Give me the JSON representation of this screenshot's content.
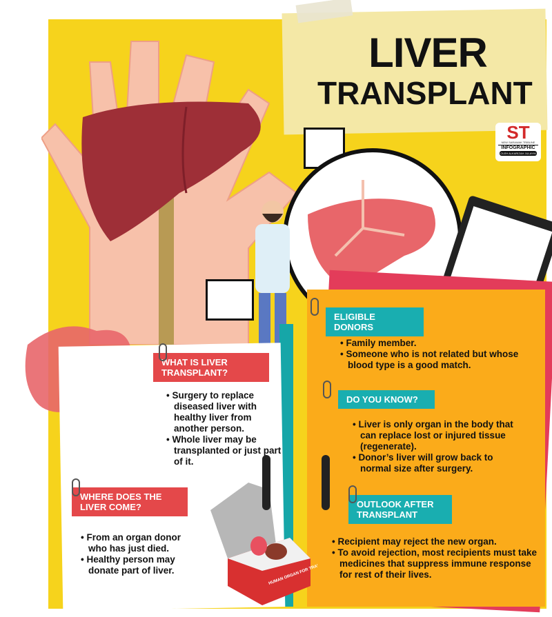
{
  "title": {
    "line1": "LIVER",
    "line2": "TRANSPLANT"
  },
  "logo": {
    "mark": "ST",
    "publisher": "NEW SARAWAK TRIBUNE",
    "type": "INFOGRAPHIC",
    "byline": "OLEH ALKARIZAH JULAYHI"
  },
  "cooler_label": "HUMAN ORGAN FOR TRANSPLANT",
  "sections": {
    "what": {
      "heading": "WHAT IS LIVER TRANSPLANT?",
      "items": [
        "Surgery to replace diseased liver with healthy liver from another person.",
        "Whole liver may be transplanted or just part of it."
      ]
    },
    "where": {
      "heading": "WHERE DOES THE LIVER COME?",
      "items": [
        "From an organ donor who has just died.",
        "Healthy person may donate part of liver."
      ]
    },
    "eligible": {
      "heading": "ELIGIBLE DONORS",
      "items": [
        "Family member.",
        "Someone who is not related but whose blood type is a good match."
      ]
    },
    "know": {
      "heading": "DO YOU KNOW?",
      "items": [
        "Liver is only organ in the body that can replace lost or injured tissue (regenerate).",
        "Donor’s liver will grow back to normal size after surgery."
      ]
    },
    "outlook": {
      "heading": "OUTLOOK AFTER TRANSPLANT",
      "items": [
        "Recipient may reject the new organ.",
        "To avoid rejection, most recipients must take medicines that suppress immune response for rest of their lives."
      ]
    }
  },
  "colors": {
    "yellow": "#f6d31c",
    "orange": "#fbab1a",
    "red": "#e4484a",
    "teal": "#19aeb0",
    "liver": "#9e2f37"
  }
}
